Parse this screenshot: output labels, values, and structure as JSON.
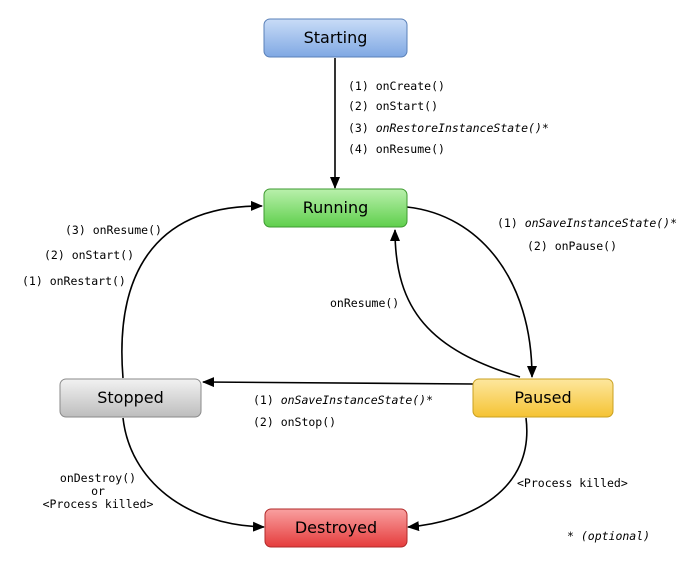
{
  "states": {
    "starting": {
      "label": "Starting",
      "color": "#8fb4e8"
    },
    "running": {
      "label": "Running",
      "color": "#7fdc6c"
    },
    "paused": {
      "label": "Paused",
      "color": "#f7cf55"
    },
    "stopped": {
      "label": "Stopped",
      "color": "#d4d4d4"
    },
    "destroyed": {
      "label": "Destroyed",
      "color": "#f06060"
    }
  },
  "transitions": {
    "start_to_running": {
      "lines": [
        "(1) onCreate()",
        "(2) onStart()",
        "(3) ",
        "(4) onResume()"
      ],
      "line3_italic": "onRestoreInstanceState()",
      "line3_suffix": "*"
    },
    "running_to_paused": {
      "line1_prefix": "(1) ",
      "line1_italic": "onSaveInstanceState()",
      "line1_suffix": "*",
      "line2": "(2) onPause()"
    },
    "paused_to_running": {
      "label": "onResume()"
    },
    "paused_to_stopped": {
      "line1_prefix": "(1) ",
      "line1_italic": "onSaveInstanceState()",
      "line1_suffix": "*",
      "line2": "(2) onStop()"
    },
    "stopped_to_running": {
      "lines": [
        "(3) onResume()",
        "(2) onStart()",
        "(1) onRestart()"
      ]
    },
    "stopped_to_destroyed": {
      "lines": [
        "onDestroy()",
        "or",
        "<Process killed>"
      ]
    },
    "paused_to_destroyed": {
      "label": "<Process killed>"
    }
  },
  "footnote": "* (optional)"
}
